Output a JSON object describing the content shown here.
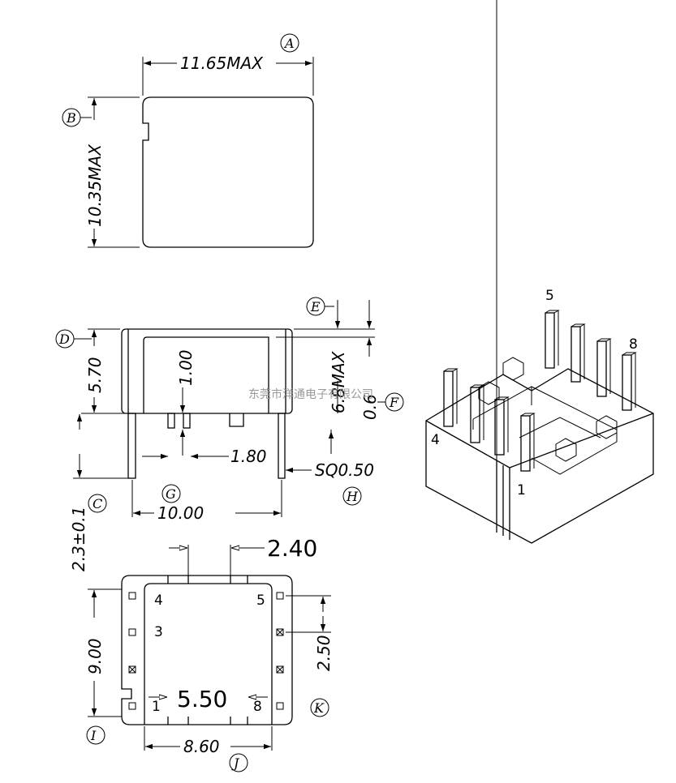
{
  "top_view": {
    "width_dim": "11.65MAX",
    "height_dim": "10.35MAX",
    "label_width": "A",
    "label_height": "B"
  },
  "side_view": {
    "height_dim": "5.70",
    "inner_dim": "1.00",
    "total_height_dim": "6.8MAX",
    "standoff_dim": "0.6",
    "pin_gap_dim": "1.80",
    "pin_size_dim": "SQ0.50",
    "pin_length_dim": "2.3±0.1",
    "pin_span_dim": "10.00",
    "labels": {
      "d": "D",
      "e": "E",
      "f": "F",
      "c": "C",
      "g": "G",
      "h": "H"
    }
  },
  "bottom_view": {
    "slot_dim": "2.40",
    "height_dim": "9.00",
    "pitch_dim": "2.50",
    "row_spacing_dim": "5.50",
    "width_dim": "8.60",
    "pins": {
      "p4": "4",
      "p5": "5",
      "p3": "3",
      "p1": "1",
      "p8": "8"
    },
    "labels": {
      "i": "I",
      "j": "J",
      "k": "K"
    }
  },
  "iso_view": {
    "pins": {
      "p5": "5",
      "p8": "8",
      "p4": "4",
      "p1": "1"
    }
  },
  "watermark": "东莞市洋通电子有限公司"
}
